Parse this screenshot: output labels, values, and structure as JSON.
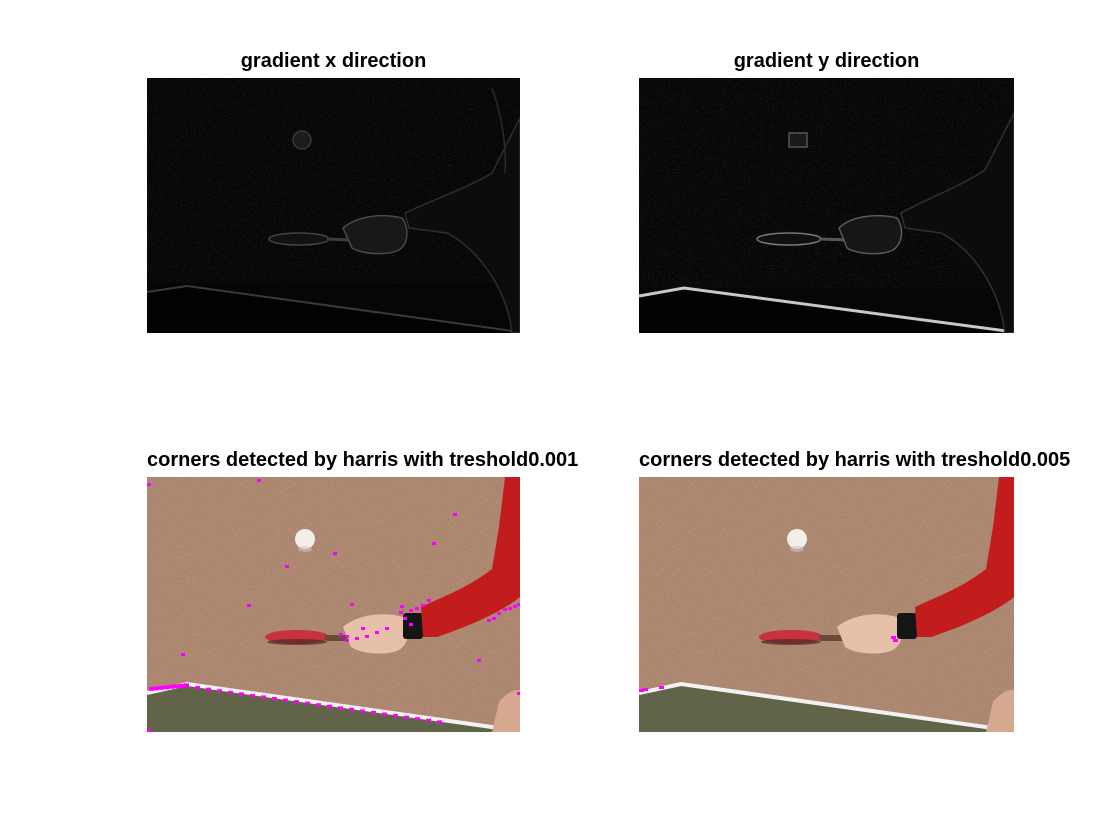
{
  "panels": [
    {
      "title": "gradient x direction",
      "kind": "gradient-x"
    },
    {
      "title": "gradient y direction",
      "kind": "gradient-y"
    },
    {
      "title": "corners detected by harris with treshold0.001",
      "kind": "corners",
      "threshold": 0.001
    },
    {
      "title": "corners detected by harris with treshold0.005",
      "kind": "corners",
      "threshold": 0.005
    }
  ],
  "colors": {
    "background": "#ffffff",
    "gradient_bg": "#050505",
    "corner_marker": "#ff00ff",
    "wall": "#a0765a",
    "table": "#5f6248",
    "paddle": "#c8323c",
    "sleeve": "#c81e1e"
  }
}
